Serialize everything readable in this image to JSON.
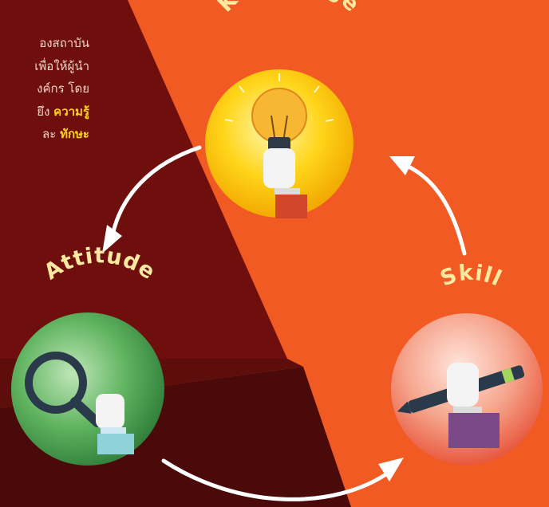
{
  "intro": {
    "lines": [
      "องสถาบัน",
      "เพื่อให้ผู้นำ",
      "งค์กร โดย"
    ],
    "line4_prefix": "ยึง ",
    "line4_highlight": "ความรู้",
    "line5_prefix": "ละ ",
    "line5_highlight": "ทักษะ"
  },
  "cycle": {
    "knowledge_label": "Knowledge",
    "attitude_label": "Attitude",
    "skill_label": "Skill"
  },
  "colors": {
    "background": "#f15a22",
    "dark_panel": "#6e0f0d",
    "darker_panel": "#4a0a0a",
    "highlight": "#ffd21f",
    "label_text": "#ffe9a0",
    "arrow": "#ffffff",
    "knowledge_circle": "#ffcf0f",
    "attitude_circle": "#3e9a4a",
    "skill_circle": "#ee6f55"
  },
  "icons": {
    "knowledge": "lightbulb-hand-icon",
    "attitude": "magnifier-hand-icon",
    "skill": "pen-hand-icon"
  }
}
